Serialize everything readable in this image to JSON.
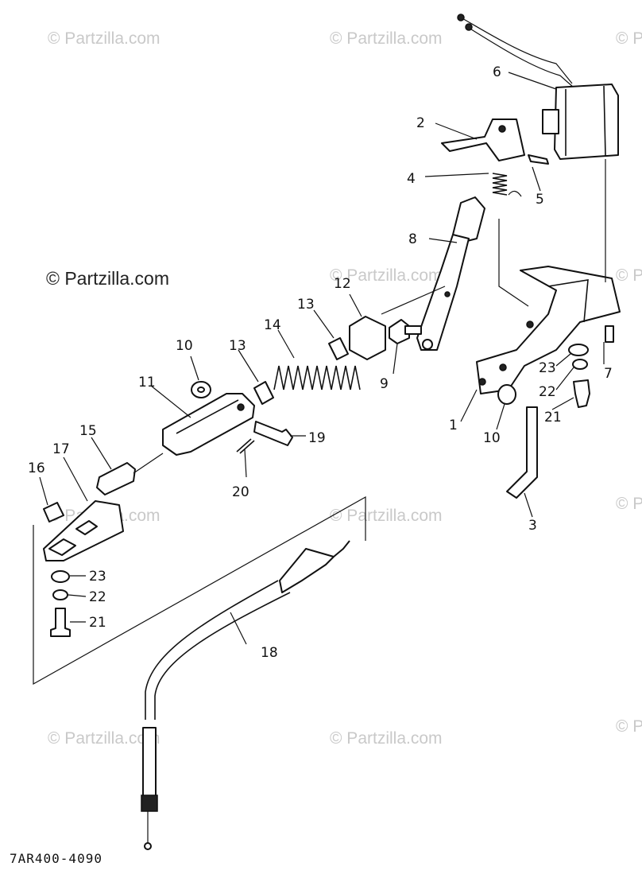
{
  "watermark": {
    "text": "© Partzilla.com",
    "main_text": "© Partzilla.com"
  },
  "diagram_ref": "7AR400-4090",
  "callouts": {
    "c1": "1",
    "c2": "2",
    "c3": "3",
    "c4": "4",
    "c5": "5",
    "c6": "6",
    "c7": "7",
    "c8": "8",
    "c9": "9",
    "c10a": "10",
    "c10b": "10",
    "c11": "11",
    "c12": "12",
    "c13a": "13",
    "c13b": "13",
    "c14": "14",
    "c15": "15",
    "c16": "16",
    "c17": "17",
    "c18": "18",
    "c19": "19",
    "c20": "20",
    "c21a": "21",
    "c21b": "21",
    "c22a": "22",
    "c22b": "22",
    "c23a": "23",
    "c23b": "23"
  },
  "colors": {
    "ink": "#111111",
    "watermark": "#c9c9c9"
  }
}
